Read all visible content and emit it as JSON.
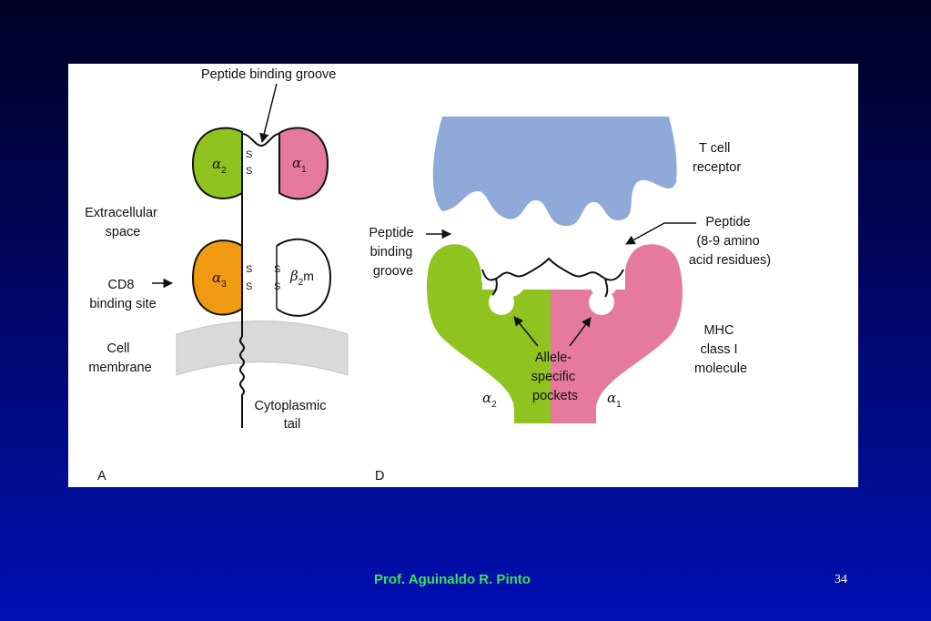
{
  "panel_a": {
    "letter": "A",
    "peptide_groove": "Peptide binding groove",
    "extracellular": [
      "Extracellular",
      "space"
    ],
    "cd8": [
      "CD8",
      "binding site"
    ],
    "membrane": [
      "Cell",
      "membrane"
    ],
    "cytoplasmic": [
      "Cytoplasmic",
      "tail"
    ],
    "alpha2": {
      "greek": "α",
      "sub": "2"
    },
    "alpha1": {
      "greek": "α",
      "sub": "1"
    },
    "alpha3": {
      "greek": "α",
      "sub": "3"
    },
    "b2m": {
      "greek": "β",
      "sub": "2",
      "suffix": "m"
    },
    "disulfide": "S"
  },
  "panel_d": {
    "letter": "D",
    "tcr": [
      "T cell",
      "receptor"
    ],
    "groove": [
      "Peptide",
      "binding",
      "groove"
    ],
    "peptide": [
      "Peptide",
      "(8-9 amino",
      "acid residues)"
    ],
    "mhc": [
      "MHC",
      "class I",
      "molecule"
    ],
    "pockets": [
      "Allele-",
      "specific",
      "pockets"
    ],
    "alpha2": {
      "greek": "α",
      "sub": "2"
    },
    "alpha1": {
      "greek": "α",
      "sub": "1"
    }
  },
  "colors": {
    "alpha_green": "#8fc31f",
    "alpha_pink": "#e6799e",
    "alpha3_orange": "#f09a12",
    "tcr_blue": "#8fa9d9",
    "membrane_gray": "#d9d9d9",
    "footer_green": "#3fe05a"
  },
  "footer": {
    "author": "Prof. Aguinaldo R. Pinto",
    "page": "34"
  }
}
